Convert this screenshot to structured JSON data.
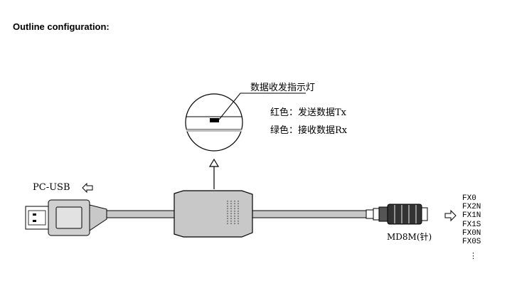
{
  "heading": "Outline configuration:",
  "indicator": {
    "title": "数据收发指示灯",
    "red_line": "红色：发送数据Tx",
    "green_line": "绿色：接收数据Rx"
  },
  "pc_usb_label": "PC-USB",
  "connector_label": "MD8M(针)",
  "plc_models": [
    "FX0",
    "FX2N",
    "FX1N",
    "FX1S",
    "FX0N",
    "FX0S"
  ],
  "more_indicator": "⋮"
}
